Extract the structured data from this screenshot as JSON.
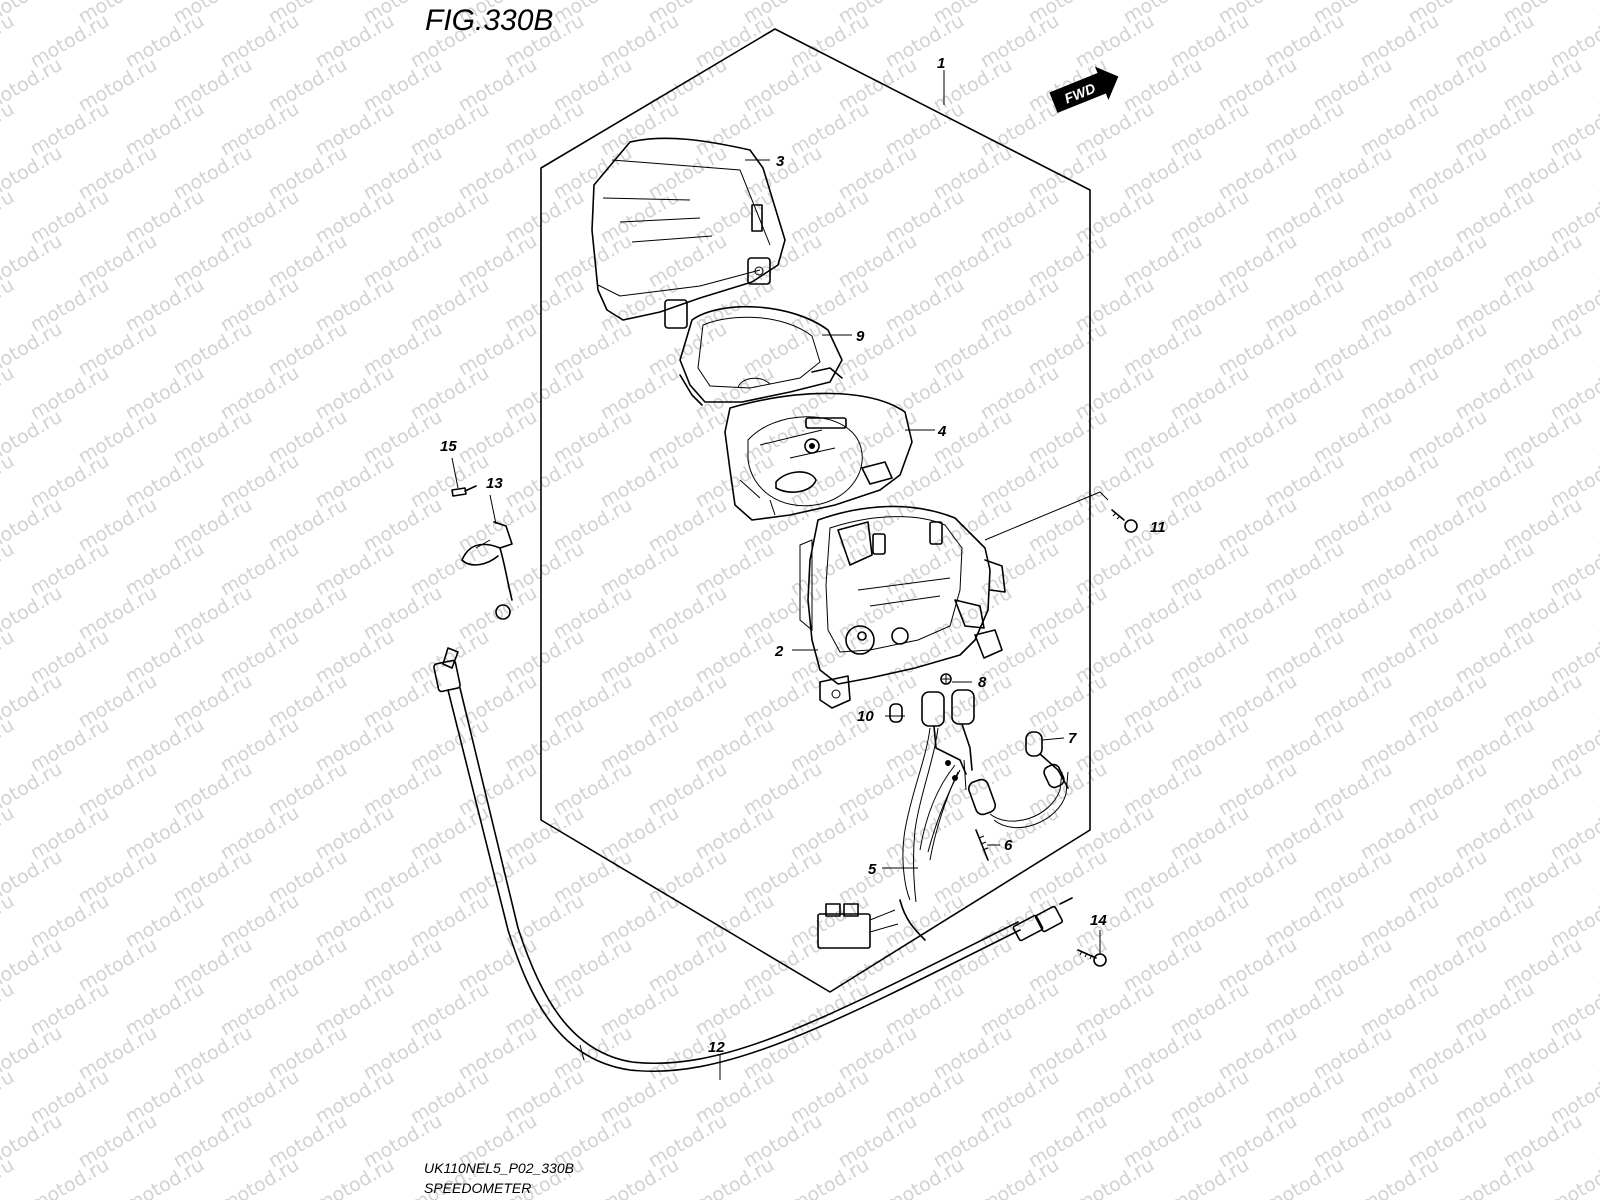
{
  "figure": {
    "title": "FIG.330B",
    "fwd_label": "FWD",
    "code": "UK110NEL5_P02_330B",
    "name": "SPEEDOMETER"
  },
  "watermark": "motod.ru",
  "callouts": {
    "c1": "1",
    "c2": "2",
    "c3": "3",
    "c4": "4",
    "c5": "5",
    "c6": "6",
    "c7": "7",
    "c8": "8",
    "c9": "9",
    "c10": "10",
    "c11": "11",
    "c12": "12",
    "c13": "13",
    "c14": "14",
    "c15": "15"
  }
}
